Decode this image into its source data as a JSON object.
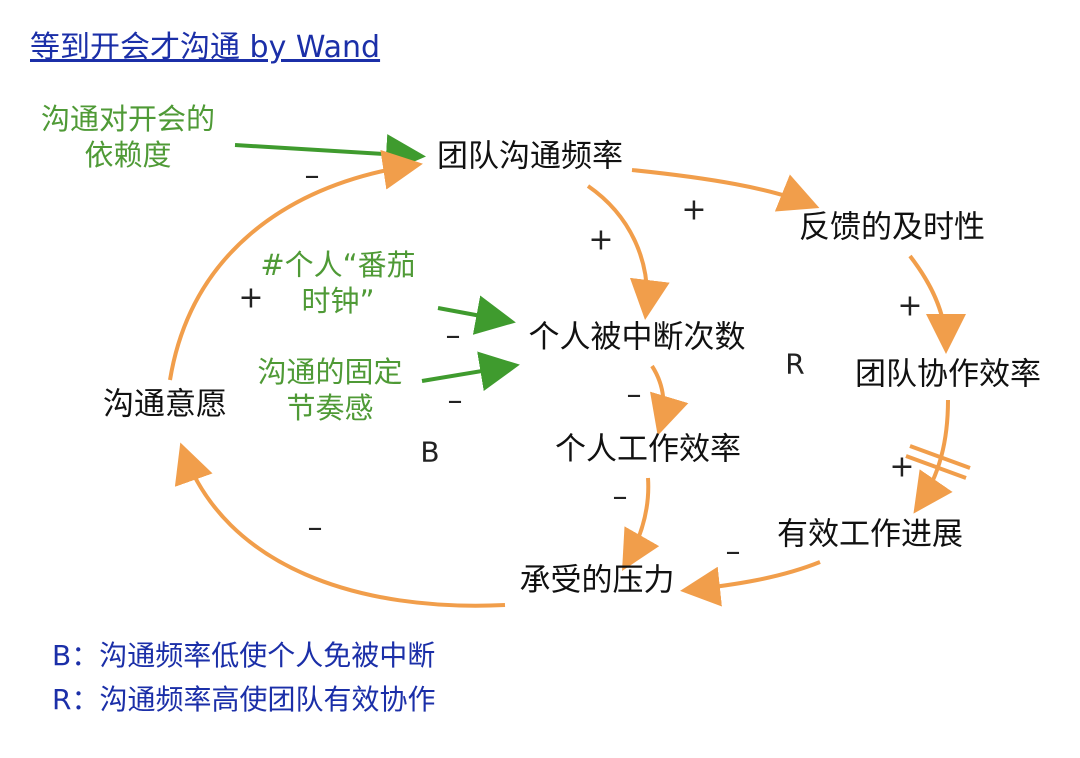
{
  "title": "等到开会才沟通 by Wand",
  "colors": {
    "orange": "#f19e4b",
    "green": "#3f9b2e",
    "green_text": "#4f9a36",
    "blue": "#1b2fa8"
  },
  "nodes": {
    "team_comm_freq": "团队沟通频率",
    "feedback_timeliness": "反馈的及时性",
    "team_collab_eff": "团队协作效率",
    "effective_progress": "有效工作进展",
    "pressure": "承受的压力",
    "comm_willingness": "沟通意愿",
    "personal_interrupts": "个人被中断次数",
    "personal_work_eff": "个人工作效率"
  },
  "external_factors": {
    "meeting_dependence_line1": "沟通对开会的",
    "meeting_dependence_line2": "依赖度",
    "pomodoro_line1": "#个人“番茄",
    "pomodoro_line2": "时钟”",
    "fixed_rhythm_line1": "沟通的固定",
    "fixed_rhythm_line2": "节奏感"
  },
  "signs": {
    "dependence_to_freq": "–",
    "freq_to_feedback": "+",
    "freq_to_interrupts": "+",
    "feedback_to_collab": "+",
    "pomodoro_to_interrupts": "–",
    "rhythm_to_interrupts": "–",
    "interrupts_to_eff": "–",
    "eff_to_pressure": "–",
    "collab_to_progress": "+",
    "progress_to_pressure": "–",
    "pressure_to_willingness": "–",
    "willingness_to_freq": "+"
  },
  "loop_labels": {
    "balancing": "B",
    "reinforcing": "R"
  },
  "legend": [
    "B：沟通频率低使个人免被中断",
    "R：沟通频率高使团队有效协作"
  ]
}
